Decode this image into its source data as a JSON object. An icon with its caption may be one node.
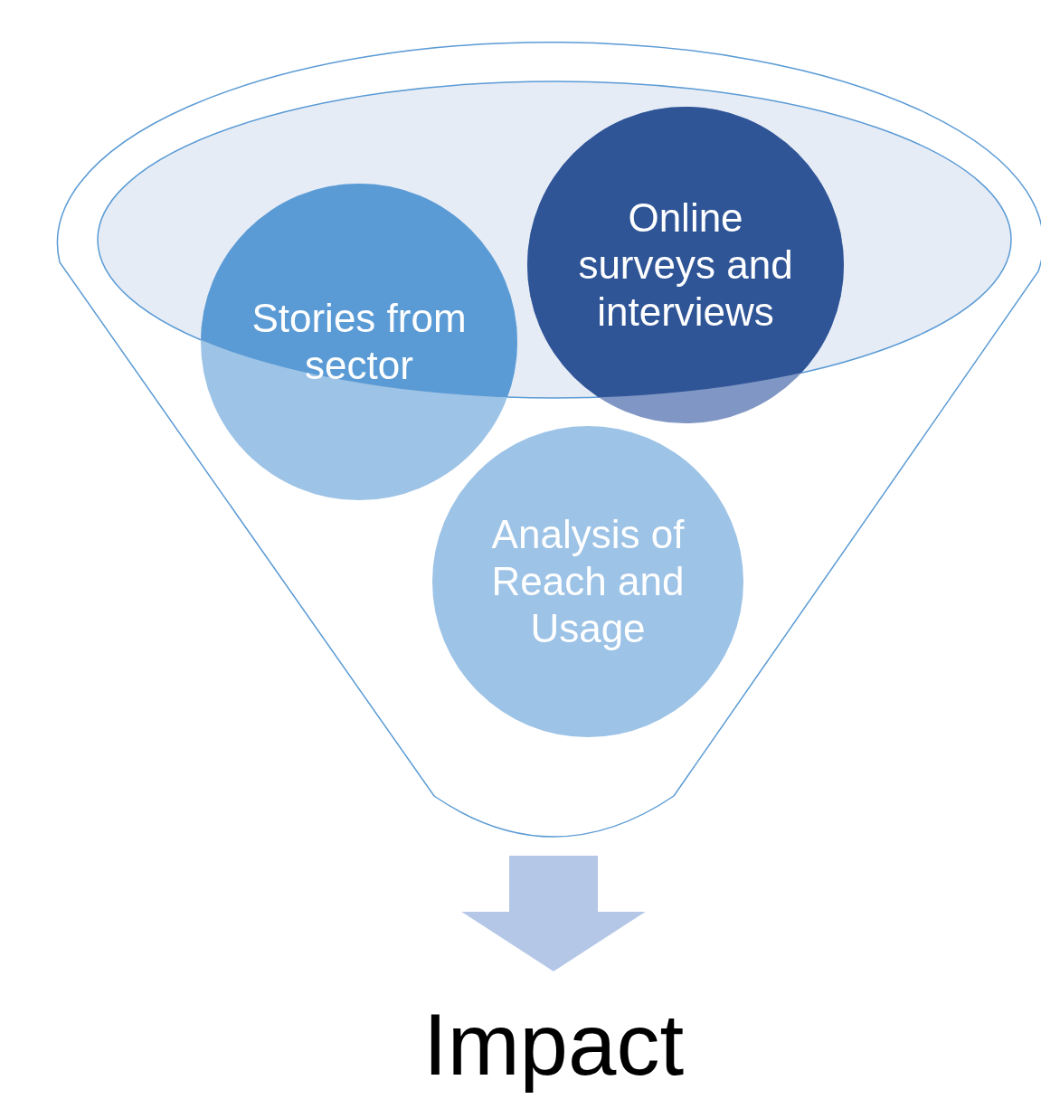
{
  "diagram": {
    "nodes": [
      {
        "text": [],
        "shape": "funnel"
      },
      {
        "text": [
          "Stories from sector"
        ],
        "in": 0
      },
      {
        "text": [
          "Online surveys and interviews"
        ],
        "in": 0
      },
      {
        "text": [
          "Analysis of Reach and Usage"
        ],
        "in": 0
      },
      {
        "text": [
          "Impact"
        ]
      }
    ],
    "edges": [
      {
        "from": 0,
        "to": 4,
        "arrow": "to",
        "style": "thick"
      }
    ]
  }
}
